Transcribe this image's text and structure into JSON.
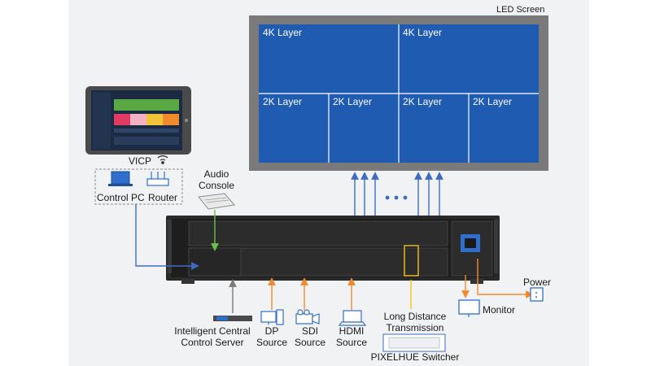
{
  "led_screen": {
    "title": "LED Screen",
    "layers": [
      "4K Layer",
      "4K Layer",
      "2K Layer",
      "2K Layer",
      "2K Layer",
      "2K Layer"
    ]
  },
  "vicp": {
    "label": "VICP",
    "devices": [
      "Control PC",
      "Router"
    ]
  },
  "audio_console": {
    "line1": "Audio",
    "line2": "Console"
  },
  "sources": [
    {
      "line1": "Intelligent Central",
      "line2": "Control Server"
    },
    {
      "line1": "DP",
      "line2": "Source"
    },
    {
      "line1": "SDI",
      "line2": "Source"
    },
    {
      "line1": "HDMI",
      "line2": "Source"
    }
  ],
  "long_distance": {
    "line1": "Long Distance",
    "line2": "Transmission",
    "device": "PIXELHUE Switcher"
  },
  "power": {
    "label": "Power"
  },
  "monitor": {
    "label": "Monitor"
  },
  "colors": {
    "screen": "#1f5bb0",
    "screen_border": "#666666",
    "arrow_blue": "#3d6bc4",
    "arrow_orange": "#f08a2c",
    "arrow_gray": "#7a7a7a",
    "arrow_green": "#6cbf4a",
    "highlight": "#f5c518"
  }
}
